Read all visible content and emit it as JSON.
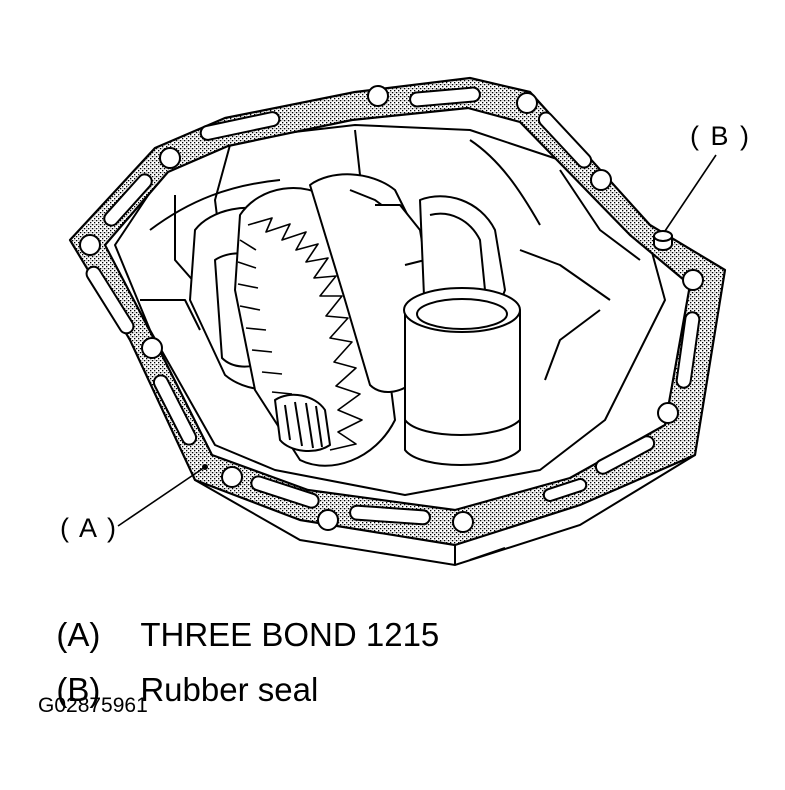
{
  "figure": {
    "callouts": {
      "a": "( A )",
      "b": "( B )"
    },
    "legend": [
      {
        "key": "(A)",
        "text": "THREE BOND 1215"
      },
      {
        "key": "(B)",
        "text": "Rubber seal"
      }
    ],
    "figure_code": "G02875961"
  }
}
